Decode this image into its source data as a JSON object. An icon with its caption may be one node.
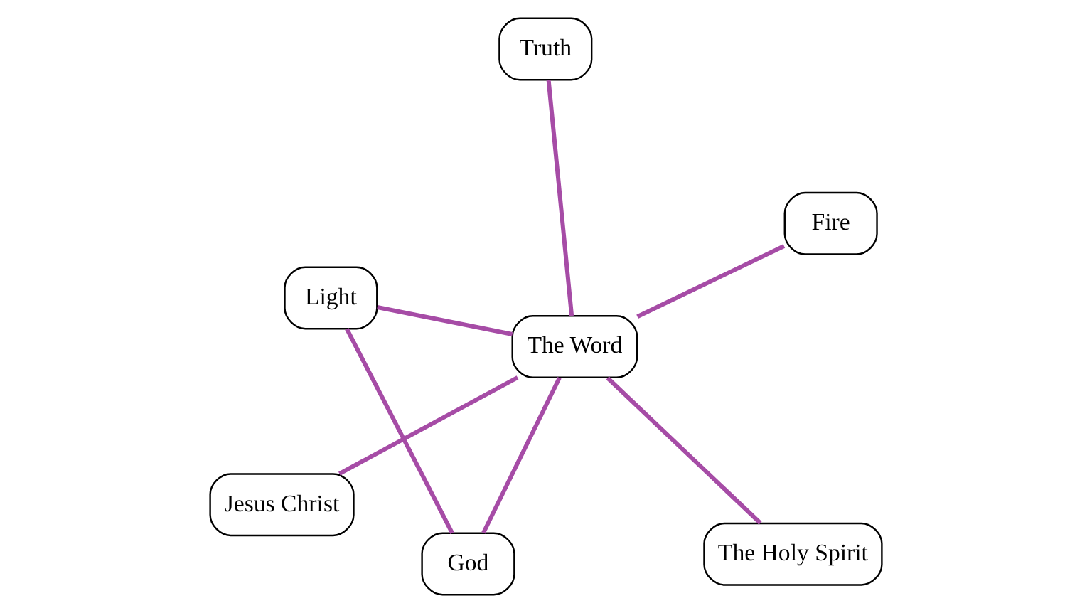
{
  "diagram": {
    "nodes": [
      {
        "text": [
          "Light"
        ]
      },
      {
        "text": [
          "God"
        ]
      },
      {
        "text": [
          "The Holy Spirit"
        ]
      },
      {
        "text": [
          "The Word"
        ]
      },
      {
        "text": [
          "Fire"
        ]
      },
      {
        "text": [
          "Truth"
        ]
      },
      {
        "text": [
          "Jesus Christ"
        ]
      }
    ],
    "edges": [
      {
        "from": 0,
        "to": 1,
        "arrow": "none"
      },
      {
        "from": 0,
        "to": 3,
        "arrow": "none"
      },
      {
        "from": 1,
        "to": 3,
        "arrow": "none"
      },
      {
        "from": 2,
        "to": 3,
        "arrow": "none"
      },
      {
        "from": 3,
        "to": 4,
        "arrow": "none"
      },
      {
        "from": 5,
        "to": 3,
        "arrow": "none"
      },
      {
        "from": 3,
        "to": 6,
        "arrow": "none"
      }
    ]
  }
}
